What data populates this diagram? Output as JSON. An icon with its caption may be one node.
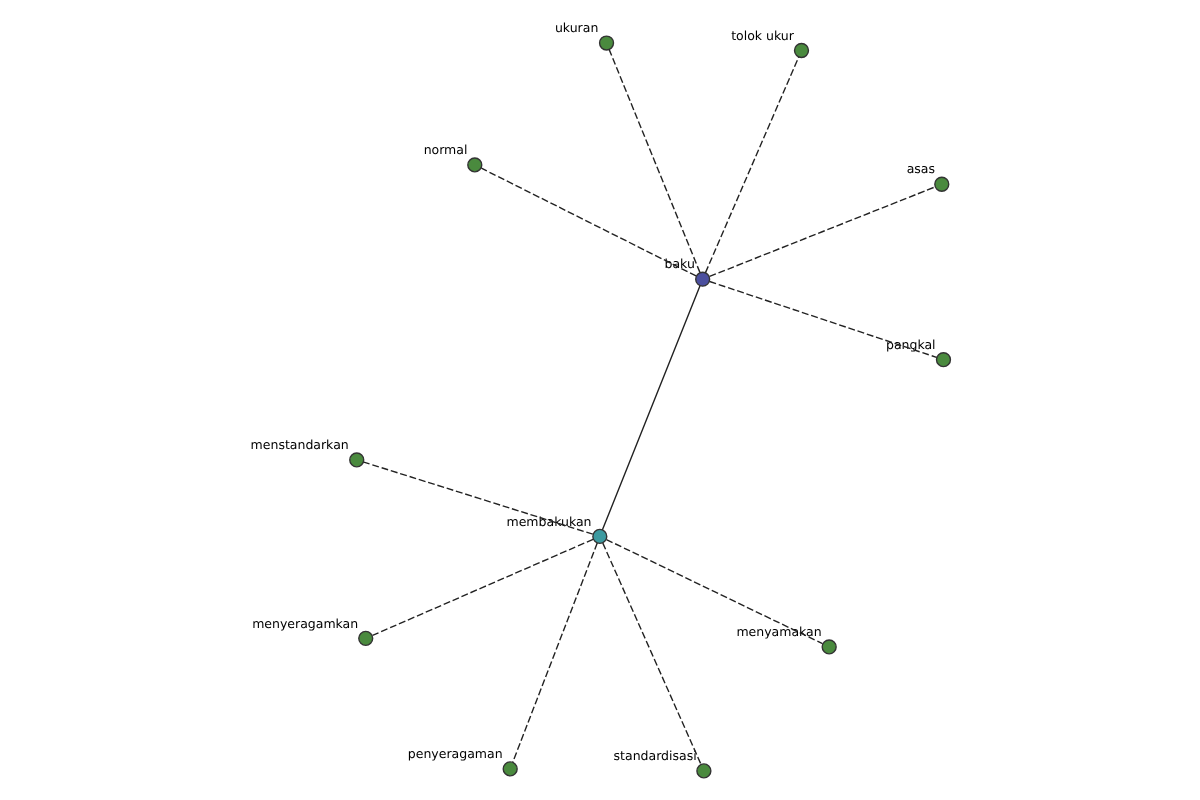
{
  "diagram": {
    "nodes": [
      {
        "text": [
          "baku"
        ]
      },
      {
        "text": [
          "asas"
        ]
      },
      {
        "text": [
          "pangkal"
        ]
      },
      {
        "text": [
          "normal"
        ]
      },
      {
        "text": [
          "tolok ukur"
        ]
      },
      {
        "text": [
          "ukuran"
        ]
      },
      {
        "text": [
          "membakukan"
        ]
      },
      {
        "text": [
          "menyamakan"
        ]
      },
      {
        "text": [
          "menstandarkan"
        ]
      },
      {
        "text": [
          "penyeragaman"
        ]
      },
      {
        "text": [
          "standardisasi"
        ]
      },
      {
        "text": [
          "menyeragamkan"
        ]
      }
    ],
    "edges": [
      {
        "from": 0,
        "to": 1,
        "arrow": "none",
        "style": "dashed"
      },
      {
        "from": 0,
        "to": 2,
        "arrow": "none",
        "style": "dashed"
      },
      {
        "from": 0,
        "to": 3,
        "arrow": "none",
        "style": "dashed"
      },
      {
        "from": 0,
        "to": 4,
        "arrow": "none",
        "style": "dashed"
      },
      {
        "from": 0,
        "to": 5,
        "arrow": "none",
        "style": "dashed"
      },
      {
        "from": 0,
        "to": 6,
        "arrow": "none"
      },
      {
        "from": 6,
        "to": 7,
        "arrow": "none",
        "style": "dashed"
      },
      {
        "from": 6,
        "to": 8,
        "arrow": "none",
        "style": "dashed"
      },
      {
        "from": 6,
        "to": 9,
        "arrow": "none",
        "style": "dashed"
      },
      {
        "from": 6,
        "to": 10,
        "arrow": "none",
        "style": "dashed"
      },
      {
        "from": 6,
        "to": 11,
        "arrow": "none",
        "style": "dashed"
      }
    ]
  }
}
